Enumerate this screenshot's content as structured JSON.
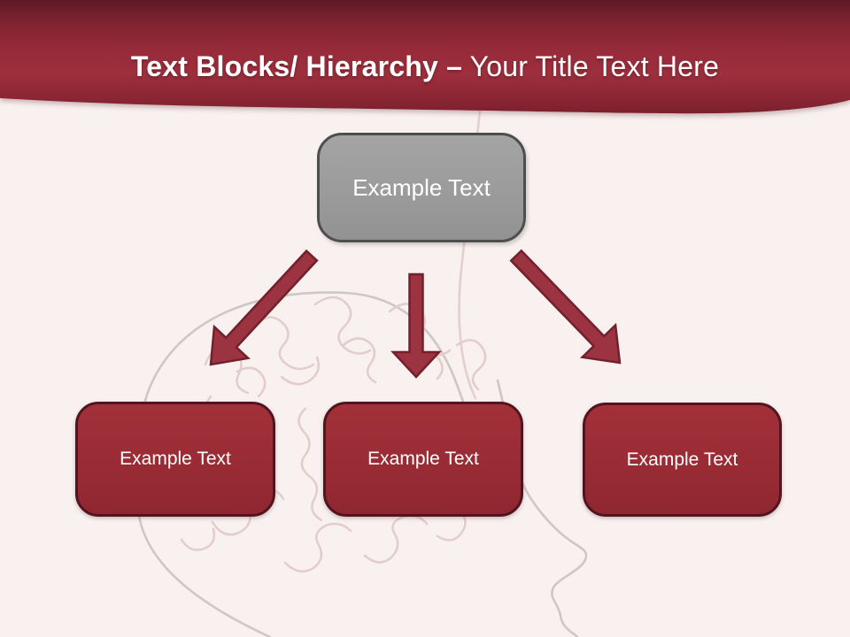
{
  "slide": {
    "title_bold": "Text Blocks/ Hierarchy –",
    "title_regular": "Your Title Text Here"
  },
  "hierarchy": {
    "root_label": "Example Text",
    "children": [
      {
        "label": "Example Text"
      },
      {
        "label": "Example Text"
      },
      {
        "label": "Example Text"
      }
    ]
  },
  "icons": {
    "connectors": [
      "arrow-down-left-icon",
      "arrow-down-icon",
      "arrow-down-right-icon"
    ]
  },
  "colors": {
    "header_red_top": "#5e1a25",
    "header_red_mid": "#9e2f3d",
    "header_red_bottom": "#7b202e",
    "root_node_fill": "#9b9b9b",
    "root_node_border": "#4e4e4e",
    "child_node_fill": "#992b35",
    "child_node_border": "#521520",
    "arrow_fill": "#9b3340",
    "arrow_border": "#74202c",
    "background": "#f8f1f0",
    "sketch_line": "#cfc6c6",
    "brain_line": "#e2cdcc",
    "text": "#ffffff"
  }
}
